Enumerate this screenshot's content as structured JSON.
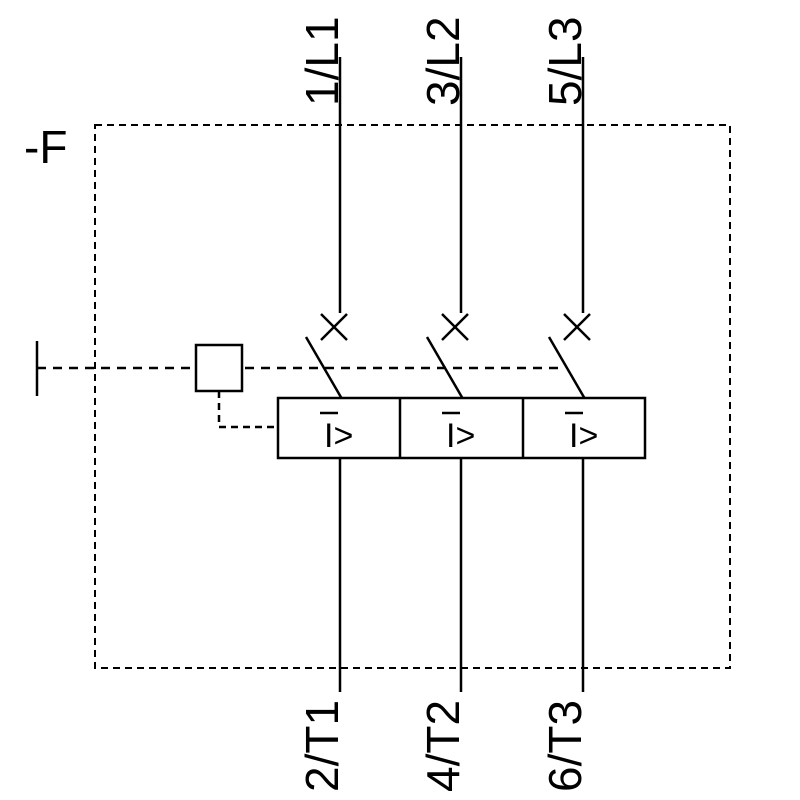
{
  "diagram": {
    "device_label": "-F",
    "top_terminals": [
      "1/L1",
      "3/L2",
      "5/L3"
    ],
    "bottom_terminals": [
      "2/T1",
      "4/T2",
      "6/T3"
    ],
    "trip_symbol": "I>",
    "colors": {
      "line": "#000000",
      "background": "#ffffff"
    }
  }
}
